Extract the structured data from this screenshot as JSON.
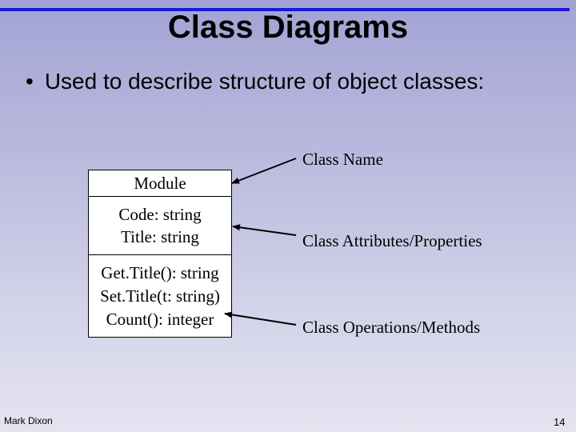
{
  "slide": {
    "title": "Class Diagrams",
    "bullet": "Used to describe structure of object classes:",
    "bullet_marker": "•"
  },
  "class_box": {
    "name": "Module",
    "attributes": [
      "Code: string",
      "Title: string"
    ],
    "operations": [
      "Get.Title(): string",
      "Set.Title(t: string)",
      "Count(): integer"
    ]
  },
  "annotations": {
    "class_name": "Class Name",
    "attributes": "Class Attributes/Properties",
    "operations": "Class Operations/Methods"
  },
  "footer": {
    "author": "Mark Dixon",
    "page_number": "14"
  },
  "colors": {
    "top_bar": "#1a1ad6",
    "background_top": "#a3a3d4",
    "background_bottom": "#e4e4f1"
  }
}
